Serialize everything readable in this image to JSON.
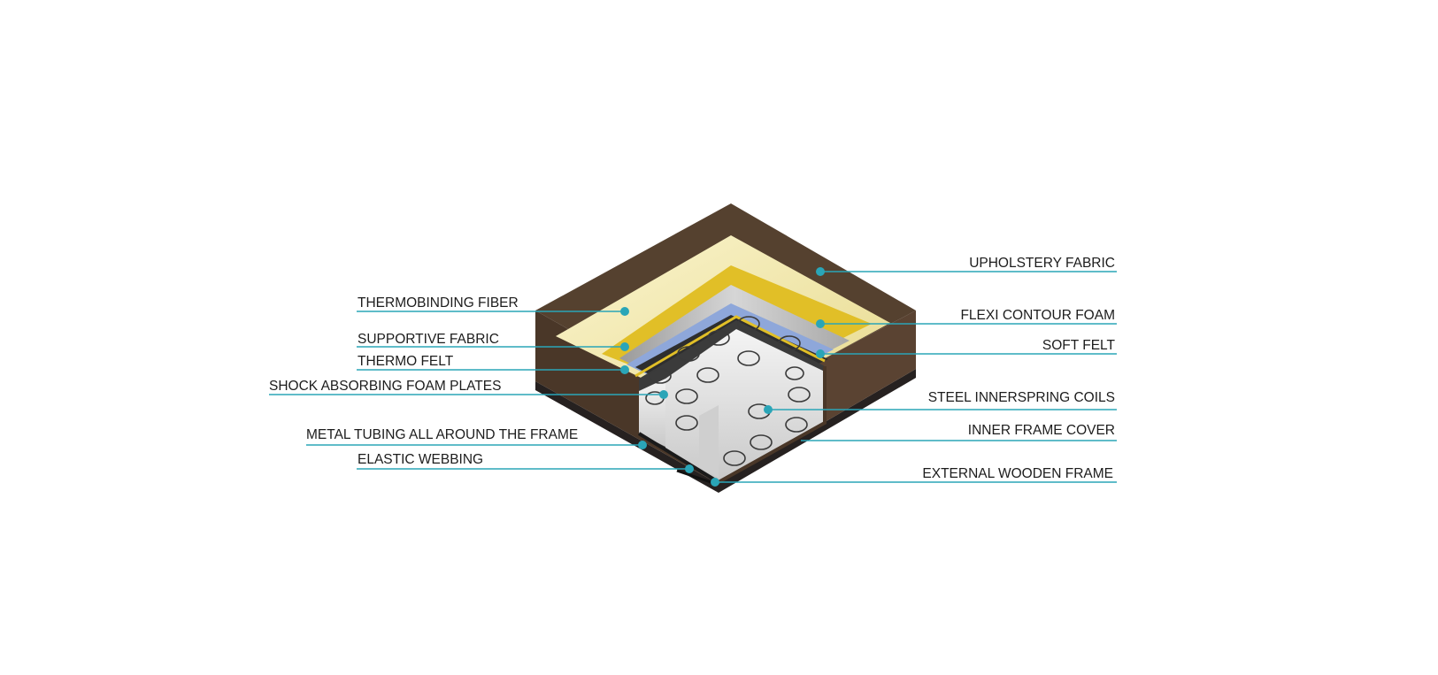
{
  "colors": {
    "leader": "#2aa5b7",
    "upholstery": "#4e3b2c",
    "thermobinding_fiber": "#f4eab3",
    "flexi_contour_foam": "#e0bf2a",
    "soft_felt": "#b3b3b3",
    "supportive_fabric": "#8fa8dc",
    "thermo_felt": "#333333",
    "coils_block": "#e9e9e9",
    "wooden_frame": "#2a2521"
  },
  "labels": {
    "upholstery_fabric": "UPHOLSTERY FABRIC",
    "flexi_contour_foam": "FLEXI CONTOUR FOAM",
    "soft_felt": "SOFT FELT",
    "steel_innerspring_coils": "STEEL INNERSPRING COILS",
    "inner_frame_cover": "INNER FRAME COVER",
    "external_wooden_frame": "EXTERNAL WOODEN FRAME",
    "thermobinding_fiber": "THERMOBINDING FIBER",
    "supportive_fabric": "SUPPORTIVE FABRIC",
    "thermo_felt": "THERMO FELT",
    "shock_absorbing_foam_plates": "SHOCK ABSORBING FOAM PLATES",
    "metal_tubing": "METAL TUBING ALL AROUND THE FRAME",
    "elastic_webbing": "ELASTIC WEBBING"
  }
}
